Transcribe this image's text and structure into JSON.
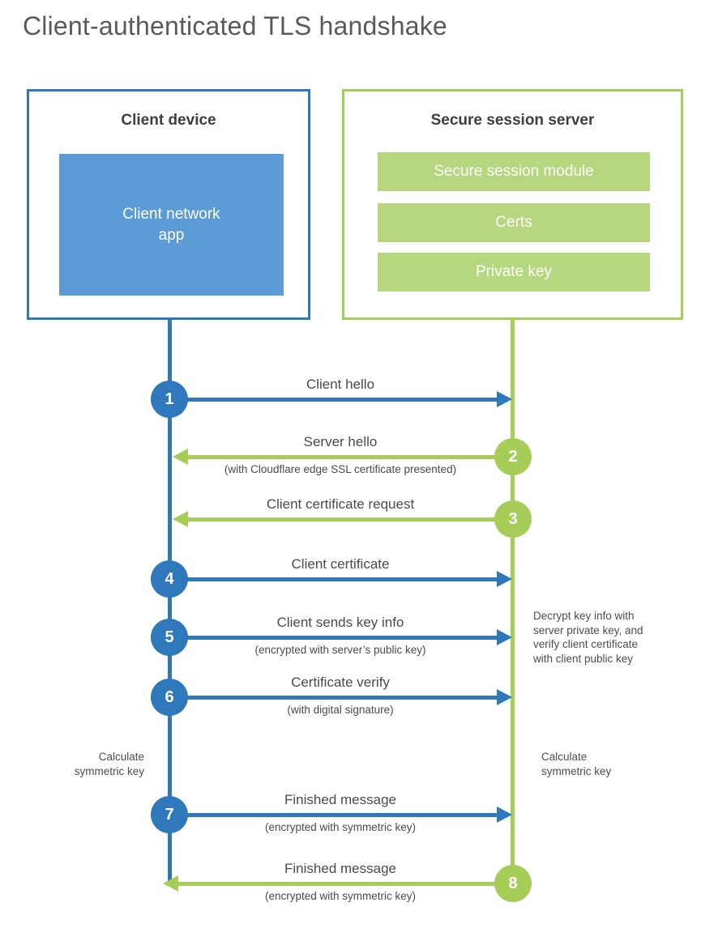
{
  "title": "Client-authenticated TLS handshake",
  "client": {
    "title": "Client device",
    "app": "Client network\napp"
  },
  "server": {
    "title": "Secure session server",
    "modules": [
      "Secure session module",
      "Certs",
      "Private key"
    ]
  },
  "steps": [
    {
      "num": "1",
      "direction": "client-to-server",
      "label": "Client hello",
      "sub": ""
    },
    {
      "num": "2",
      "direction": "server-to-client",
      "label": "Server hello",
      "sub": "(with Cloudflare edge SSL certificate presented)"
    },
    {
      "num": "3",
      "direction": "server-to-client",
      "label": "Client certificate request",
      "sub": ""
    },
    {
      "num": "4",
      "direction": "client-to-server",
      "label": "Client certificate",
      "sub": ""
    },
    {
      "num": "5",
      "direction": "client-to-server",
      "label": "Client sends key info",
      "sub": "(encrypted with server’s public key)"
    },
    {
      "num": "6",
      "direction": "client-to-server",
      "label": "Certificate verify",
      "sub": "(with digital signature)"
    },
    {
      "num": "7",
      "direction": "client-to-server",
      "label": "Finished message",
      "sub": "(encrypted with symmetric key)"
    },
    {
      "num": "8",
      "direction": "server-to-client",
      "label": "Finished message",
      "sub": "(encrypted with symmetric key)"
    }
  ],
  "annotations": {
    "decrypt_note": "Decrypt key info with\nserver private key, and\nverify client certificate\nwith client public key",
    "calc_left": "Calculate\nsymmetric key",
    "calc_right": "Calculate\nsymmetric key"
  },
  "colors": {
    "blue": "#2e78bb",
    "blue_fill": "#5b9cd7",
    "green": "#a6cd58",
    "green_fill": "#b6d77f"
  }
}
